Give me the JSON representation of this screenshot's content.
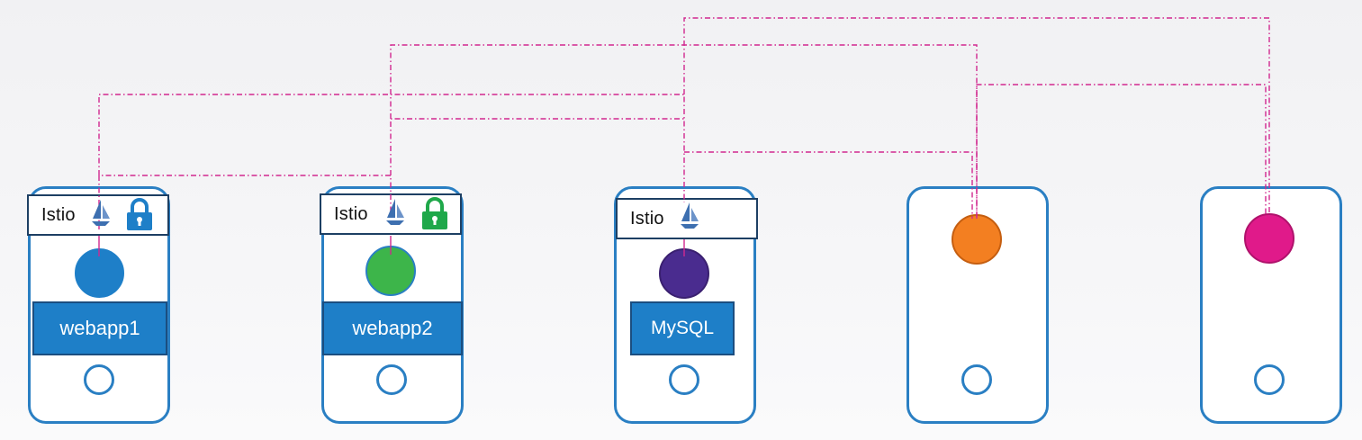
{
  "colors": {
    "node_border": "#2a7fc3",
    "connection_line": "#d1288f",
    "label_fill": "#1e7fc8",
    "istio_bar_border": "#1d3f63",
    "istio_sail": "#3d6fb0"
  },
  "nodes": [
    {
      "id": "webapp1",
      "istio_label": "Istio",
      "lock": "blue",
      "dot_color": "#1e7fc8",
      "dot_border": "#1e7fc8",
      "label": "webapp1"
    },
    {
      "id": "webapp2",
      "istio_label": "Istio",
      "lock": "green",
      "dot_color": "#3db54a",
      "dot_border": "#2a7fc3",
      "label": "webapp2"
    },
    {
      "id": "mysql",
      "istio_label": "Istio",
      "lock": null,
      "dot_color": "#4a2c8f",
      "dot_border": "#3a2070",
      "label": "MySQL"
    },
    {
      "id": "node4",
      "istio_label": null,
      "lock": null,
      "dot_color": "#f37f21",
      "dot_border": "#c55e10",
      "label": null
    },
    {
      "id": "node5",
      "istio_label": null,
      "lock": null,
      "dot_color": "#e01a8a",
      "dot_border": "#b0126c",
      "label": null
    }
  ],
  "icons": {
    "sail": "istio-sail-icon",
    "lock": "padlock-icon",
    "ring": "circle-outline-icon"
  },
  "connections": [
    {
      "from": "webapp1",
      "to": "webapp2",
      "style": "dash-dot"
    },
    {
      "from": "webapp1",
      "to": "mysql",
      "style": "dash-dot"
    },
    {
      "from": "webapp2",
      "to": "mysql",
      "style": "dash-dot"
    },
    {
      "from": "webapp2",
      "to": "node4",
      "style": "dash-dot"
    },
    {
      "from": "mysql",
      "to": "node4",
      "style": "dash-dot"
    },
    {
      "from": "mysql",
      "to": "node5",
      "style": "dash-dot"
    },
    {
      "from": "node4",
      "to": "node5",
      "style": "dash-dot"
    }
  ]
}
